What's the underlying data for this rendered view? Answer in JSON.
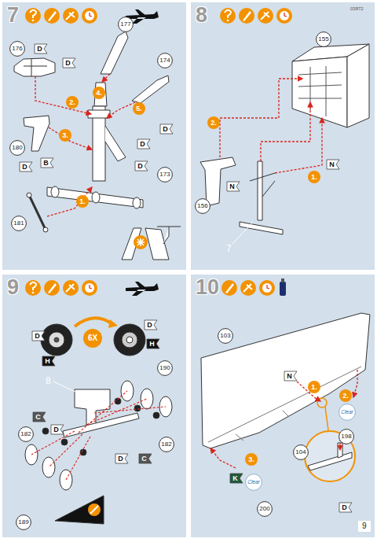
{
  "diagram": {
    "nodes": [
      {
        "text": [
          "7"
        ]
      },
      {
        "text": [
          "176"
        ],
        "in": 0
      },
      {
        "text": [
          "D"
        ],
        "in": 0
      },
      {
        "text": [
          "177"
        ],
        "in": 0
      },
      {
        "text": [
          "D"
        ],
        "in": 0
      },
      {
        "text": [
          "174"
        ],
        "in": 0
      },
      {
        "text": [
          "D"
        ],
        "in": 0
      },
      {
        "text": [
          "180"
        ],
        "in": 0
      },
      {
        "text": [
          "D"
        ],
        "in": 0
      },
      {
        "text": [
          "B"
        ],
        "in": 0
      },
      {
        "text": [
          "D"
        ],
        "in": 0
      },
      {
        "text": [
          "D"
        ],
        "in": 0
      },
      {
        "text": [
          "173"
        ],
        "in": 0
      },
      {
        "text": [
          "181"
        ],
        "in": 0
      },
      {
        "text": [
          "1."
        ],
        "in": 0
      },
      {
        "text": [
          "2."
        ],
        "in": 0
      },
      {
        "text": [
          "3."
        ],
        "in": 0
      },
      {
        "text": [
          "4."
        ],
        "in": 0
      },
      {
        "text": [
          "5."
        ],
        "in": 0
      },
      {
        "text": [
          "8"
        ]
      },
      {
        "text": [
          "155"
        ],
        "in": 19
      },
      {
        "text": [
          "2."
        ],
        "in": 19
      },
      {
        "text": [
          "N"
        ],
        "in": 19
      },
      {
        "text": [
          "1."
        ],
        "in": 19
      },
      {
        "text": [
          "N"
        ],
        "in": 19
      },
      {
        "text": [
          "156"
        ],
        "in": 19
      },
      {
        "text": [
          "9"
        ]
      },
      {
        "text": [
          "D"
        ],
        "in": 26
      },
      {
        "text": [
          "6X"
        ],
        "in": 26
      },
      {
        "text": [
          "D"
        ],
        "in": 26
      },
      {
        "text": [
          "H"
        ],
        "in": 26
      },
      {
        "text": [
          "H"
        ],
        "in": 26
      },
      {
        "text": [
          "190"
        ],
        "in": 26
      },
      {
        "text": [
          "C"
        ],
        "in": 26
      },
      {
        "text": [
          "D"
        ],
        "in": 26
      },
      {
        "text": [
          "182"
        ],
        "in": 26
      },
      {
        "text": [
          "D"
        ],
        "in": 26
      },
      {
        "text": [
          "C"
        ],
        "in": 26
      },
      {
        "text": [
          "182"
        ],
        "in": 26
      },
      {
        "text": [
          "189"
        ],
        "in": 26
      },
      {
        "text": [
          "10"
        ]
      },
      {
        "text": [
          "103"
        ],
        "in": 40
      },
      {
        "text": [
          "N"
        ],
        "in": 40
      },
      {
        "text": [
          "1."
        ],
        "in": 40
      },
      {
        "text": [
          "2."
        ],
        "in": 40
      },
      {
        "text": [
          "Clear"
        ],
        "in": 40
      },
      {
        "text": [
          "198"
        ],
        "in": 40
      },
      {
        "text": [
          "3."
        ],
        "in": 40
      },
      {
        "text": [
          "K"
        ],
        "in": 40
      },
      {
        "text": [
          "Clear"
        ],
        "in": 40
      },
      {
        "text": [
          "200"
        ],
        "in": 40
      },
      {
        "text": [
          "104"
        ],
        "in": 40
      },
      {
        "text": [
          "D"
        ],
        "in": 40
      }
    ],
    "labels": [
      "03872",
      "7",
      "8",
      "9"
    ]
  }
}
